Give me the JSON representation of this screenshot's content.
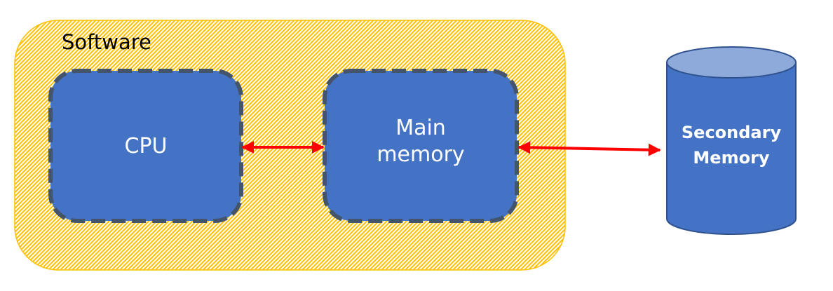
{
  "diagram": {
    "container": {
      "label": "Software",
      "fill": "#f3d25a",
      "stripe": "#ffc000"
    },
    "nodes": [
      {
        "id": "cpu",
        "label": "CPU",
        "fill": "#4472c4",
        "border": "#44546a"
      },
      {
        "id": "main",
        "label_lines": [
          "Main",
          "memory"
        ],
        "fill": "#4472c4",
        "border": "#44546a"
      },
      {
        "id": "secondary",
        "label_lines": [
          "Secondary",
          "Memory"
        ],
        "fill": "#4472c4",
        "top_fill": "#8eaadb",
        "border": "#2f528f"
      }
    ],
    "edges": [
      {
        "from": "cpu",
        "to": "main",
        "direction": "both",
        "color": "#ff0000"
      },
      {
        "from": "main",
        "to": "secondary",
        "direction": "both",
        "color": "#ff0000"
      }
    ]
  }
}
